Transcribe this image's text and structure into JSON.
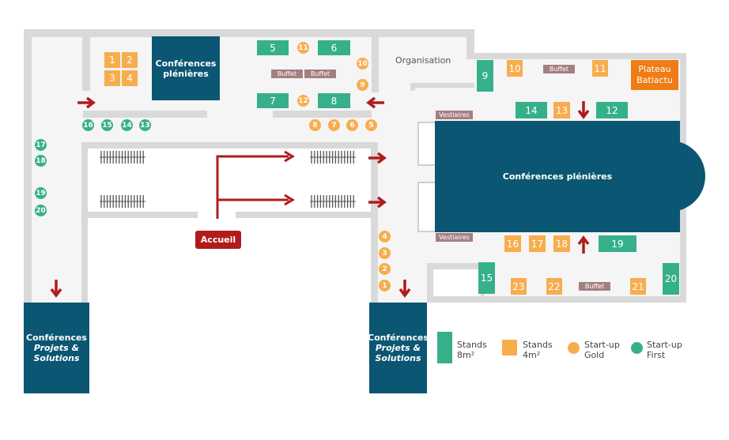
{
  "rooms": {
    "plenary_top_left": {
      "line1": "Conférences",
      "line2": "plénières"
    },
    "plenary_main": "Conférences plénières",
    "projects_left": {
      "line1": "Conférences",
      "line2": "Projets &",
      "line3": "Solutions"
    },
    "projects_center": {
      "line1": "Conférences",
      "line2": "Projets &",
      "line3": "Solutions"
    },
    "organisation": "Organisation",
    "plateau": {
      "line1": "Plateau",
      "line2": "Batiactu"
    },
    "accueil": "Accueil",
    "vestiaires_top": "Vestiaires",
    "vestiaires_bottom": "Vestiaires"
  },
  "buffets": [
    "Buffet",
    "Buffet",
    "Buffet",
    "Buffet"
  ],
  "stands_8m2": [
    "5",
    "6",
    "7",
    "8",
    "9",
    "14",
    "12",
    "19",
    "15",
    "20"
  ],
  "stands_4m2": [
    "1",
    "2",
    "3",
    "4",
    "10",
    "11",
    "13",
    "16",
    "17",
    "18",
    "23",
    "22",
    "21"
  ],
  "startup_gold": [
    "11",
    "10",
    "9",
    "12",
    "8",
    "7",
    "6",
    "5",
    "4",
    "3",
    "2",
    "1"
  ],
  "startup_first": [
    "16",
    "15",
    "14",
    "13",
    "17",
    "18",
    "19",
    "20"
  ],
  "legend": {
    "stands8": {
      "line1": "Stands",
      "line2": "8m²"
    },
    "stands4": {
      "line1": "Stands",
      "line2": "4m²"
    },
    "gold": {
      "line1": "Start-up",
      "line2": "Gold"
    },
    "first": {
      "line1": "Start-up",
      "line2": "First"
    }
  },
  "colors": {
    "stand_8m2": "#36b08a",
    "stand_4m2": "#f7ad4d",
    "room": "#0b5672",
    "plateau": "#f07c15",
    "arrow": "#b01c1c",
    "buffet": "#a57f80",
    "wall": "#d9d9d9"
  }
}
